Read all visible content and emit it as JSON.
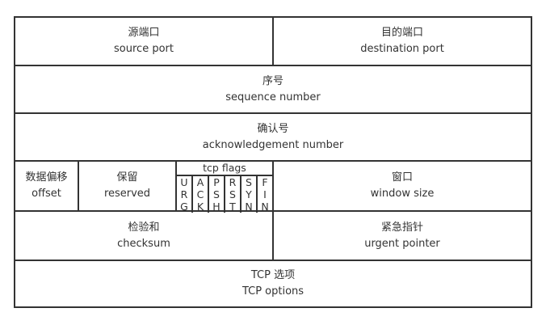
{
  "colors": {
    "background": "#ffffff",
    "border": "#333333",
    "text": "#333333"
  },
  "table": {
    "row1": {
      "source_port": {
        "zh": "源端口",
        "en": "source port"
      },
      "destination_port": {
        "zh": "目的端口",
        "en": "destination port"
      }
    },
    "row2": {
      "sequence_number": {
        "zh": "序号",
        "en": "sequence number"
      }
    },
    "row3": {
      "acknowledgement_number": {
        "zh": "确认号",
        "en": "acknowledgement number"
      }
    },
    "row4": {
      "offset": {
        "zh": "数据偏移",
        "en": "offset"
      },
      "reserved": {
        "zh": "保留",
        "en": "reserved"
      },
      "flags_label": "tcp flags",
      "flags": [
        {
          "name": "URG",
          "letters": [
            "U",
            "R",
            "G"
          ]
        },
        {
          "name": "ACK",
          "letters": [
            "A",
            "C",
            "K"
          ]
        },
        {
          "name": "PSH",
          "letters": [
            "P",
            "S",
            "H"
          ]
        },
        {
          "name": "RST",
          "letters": [
            "R",
            "S",
            "T"
          ]
        },
        {
          "name": "SYN",
          "letters": [
            "S",
            "Y",
            "N"
          ]
        },
        {
          "name": "FIN",
          "letters": [
            "F",
            "I",
            "N"
          ]
        }
      ],
      "window_size": {
        "zh": "窗口",
        "en": "window size"
      }
    },
    "row5": {
      "checksum": {
        "zh": "检验和",
        "en": "checksum"
      },
      "urgent_pointer": {
        "zh": "紧急指针",
        "en": "urgent pointer"
      }
    },
    "row6": {
      "tcp_options": {
        "zh": "TCP 选项",
        "en": "TCP options"
      }
    }
  }
}
